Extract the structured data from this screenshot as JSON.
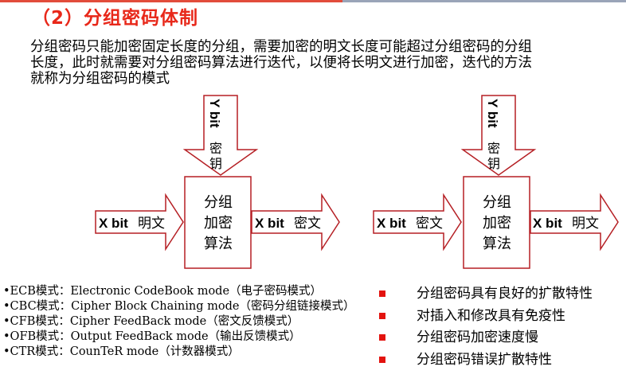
{
  "colors": {
    "accent": "#e8281a",
    "arrow_stroke": "#b51f24",
    "box_stroke": "#b51f24",
    "bullet": "#e3130f"
  },
  "title": "（2）分组密码体制",
  "intro_lines": [
    "分组密码只能加密固定长度的分组，需要加密的明文长度可能超过分组密码的分组",
    "长度，此时就需要对分组密码算法进行迭代，以便将长明文进行加密，迭代的方法",
    "就称为分组密码的模式"
  ],
  "diagram_left": {
    "key_bold": "Y bit",
    "key_text": "密钥",
    "input_bold": "X bit",
    "input_text": "明文",
    "box_lines": [
      "分组",
      "加密",
      "算法"
    ],
    "output_bold": "X bit",
    "output_text": "密文"
  },
  "diagram_right": {
    "key_bold": "Y bit",
    "key_text": "密钥",
    "input_bold": "X bit",
    "input_text": "密文",
    "box_lines": [
      "分组",
      "加密",
      "算法"
    ],
    "output_bold": "X bit",
    "output_text": "明文"
  },
  "modes": [
    "•ECB模式：Electronic CodeBook mode（电子密码模式）",
    "•CBC模式：Cipher Block Chaining mode（密码分组链接模式）",
    "•CFB模式：Cipher FeedBack mode（密文反馈模式）",
    "•OFB模式：Output FeedBack mode（输出反馈模式）",
    "•CTR模式：CounTeR mode（计数器模式）"
  ],
  "properties": [
    "分组密码具有良好的扩散特性",
    "对插入和修改具有免疫性",
    "分组密码加密速度慢",
    "分组密码错误扩散特性"
  ]
}
